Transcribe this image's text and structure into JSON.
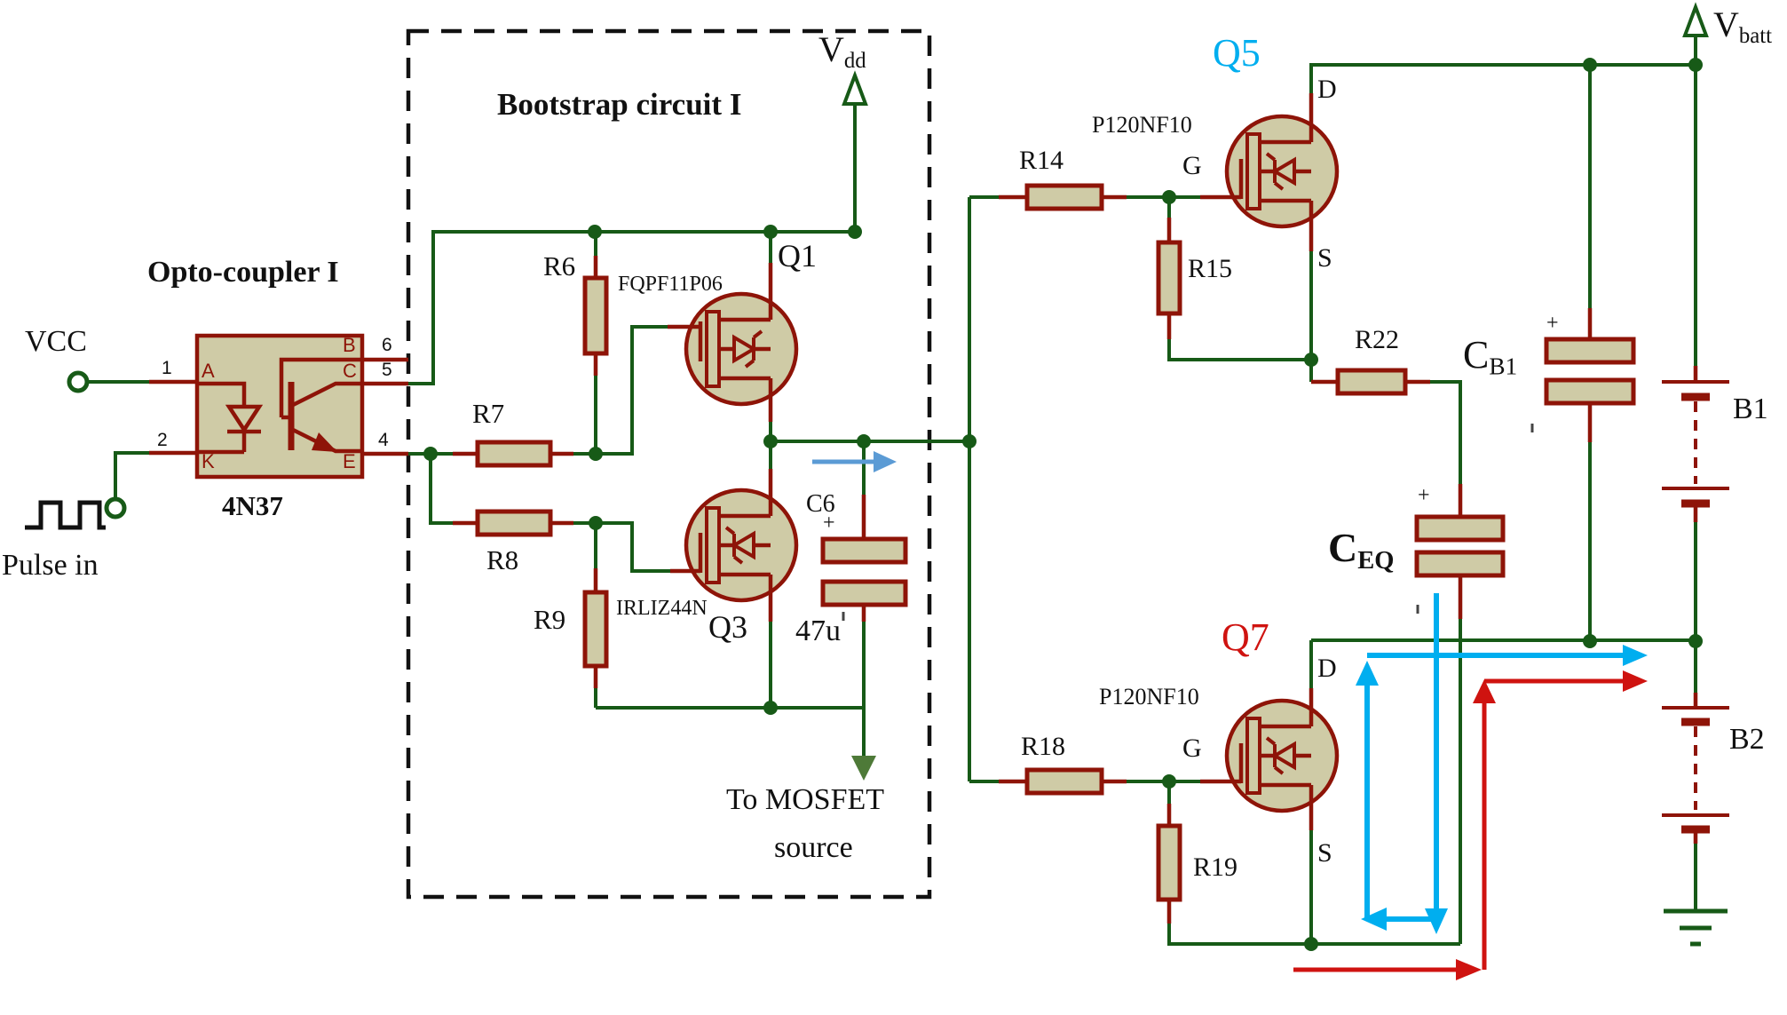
{
  "opto": {
    "heading": "Opto-coupler I",
    "part": "4N37",
    "vcc_label": "VCC",
    "pulse_label": "Pulse in",
    "pin_numbers": {
      "n1": "1",
      "n2": "2",
      "n4": "4",
      "n5": "5",
      "n6": "6"
    },
    "pin_names": {
      "a": "A",
      "k": "K",
      "b": "B",
      "c": "C",
      "e": "E"
    }
  },
  "bootstrap": {
    "heading": "Bootstrap circuit I",
    "vdd": {
      "base": "V",
      "sub": "dd"
    },
    "r6": "R6",
    "r7": "R7",
    "r8": "R8",
    "r9": "R9",
    "q1": {
      "ref": "Q1",
      "part": "FQPF11P06"
    },
    "q3": {
      "ref": "Q3",
      "part": "IRLIZ44N"
    },
    "c6": {
      "ref": "C6",
      "value": "47u",
      "polarity": "+"
    },
    "note_line1": "To MOSFET",
    "note_line2": "source"
  },
  "hbridge": {
    "q5": {
      "ref": "Q5",
      "part": "P120NF10",
      "d": "D",
      "g": "G",
      "s": "S"
    },
    "q7": {
      "ref": "Q7",
      "part": "P120NF10",
      "d": "D",
      "g": "G",
      "s": "S"
    },
    "r14": "R14",
    "r15": "R15",
    "r18": "R18",
    "r19": "R19",
    "r22": "R22",
    "cb1": {
      "base": "C",
      "sub": "B1",
      "polarity": "+"
    },
    "ceq": {
      "base": "C",
      "sub": "EQ",
      "polarity": "+"
    },
    "b1": "B1",
    "b2": "B2",
    "vbatt": {
      "base": "V",
      "sub": "batt"
    }
  },
  "colors": {
    "wire_green": "#175a17",
    "component_maroon": "#8e1408",
    "component_fill": "#cfcba6",
    "annotation_cyan": "#00aeef",
    "annotation_red": "#cf1310",
    "annotation_blue": "#5b9bd5",
    "q5_label": "#00aeef",
    "q7_label": "#cf1310"
  }
}
